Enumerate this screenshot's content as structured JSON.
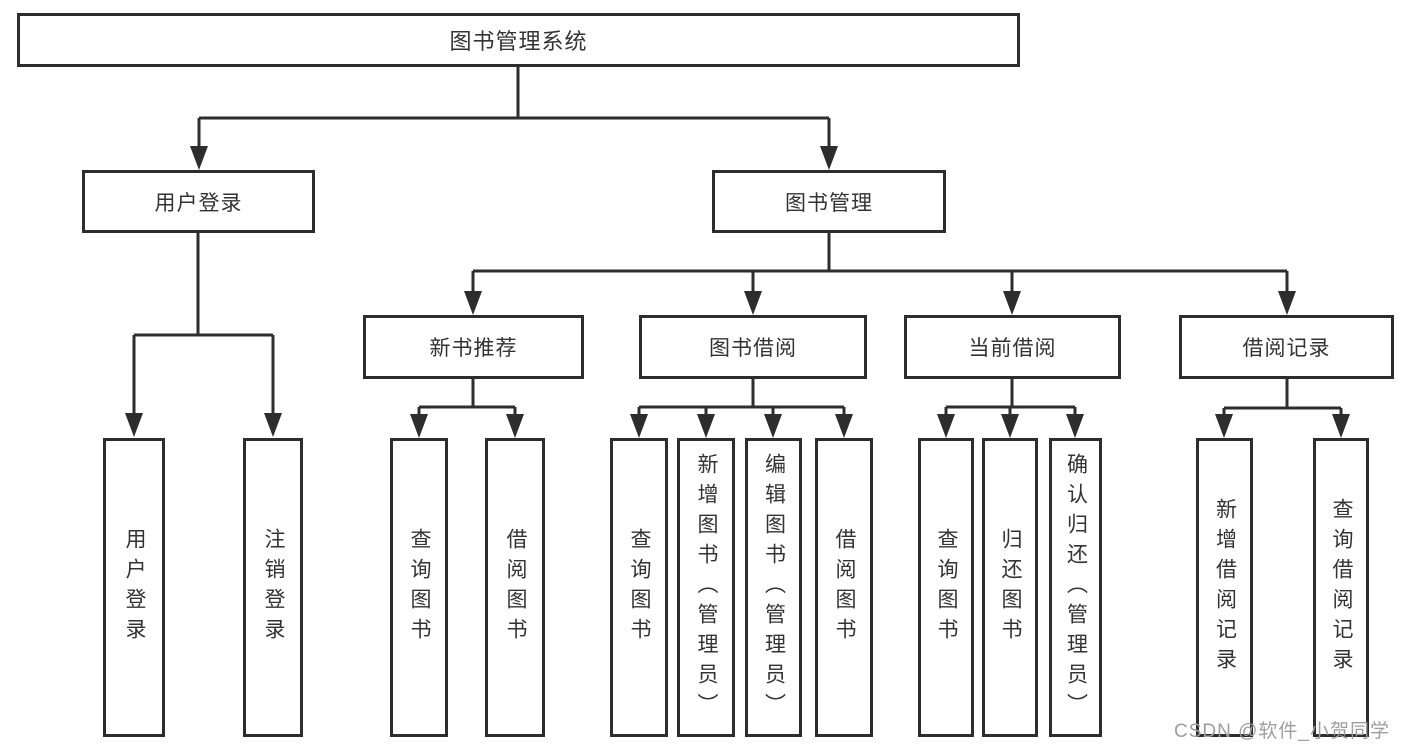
{
  "diagram": {
    "root": {
      "label": "图书管理系统"
    },
    "level2": [
      {
        "label": "用户登录"
      },
      {
        "label": "图书管理"
      }
    ],
    "level3": [
      {
        "label": "新书推荐"
      },
      {
        "label": "图书借阅"
      },
      {
        "label": "当前借阅"
      },
      {
        "label": "借阅记录"
      }
    ],
    "leaves": {
      "user": [
        "用户登录",
        "注销登录"
      ],
      "newbook": [
        "查询图书",
        "借阅图书"
      ],
      "borrow": [
        "查询图书",
        "新增图书（管理员）",
        "编辑图书（管理员）",
        "借阅图书"
      ],
      "current": [
        "查询图书",
        "归还图书",
        "确认归还（管理员）"
      ],
      "record": [
        "新增借阅记录",
        "查询借阅记录"
      ]
    },
    "watermark": "CSDN @软件_小贺同学",
    "colors": {
      "line": "#2d2d2d",
      "text": "#333333",
      "watermark": "#9e9e9e",
      "background": "#ffffff"
    }
  }
}
